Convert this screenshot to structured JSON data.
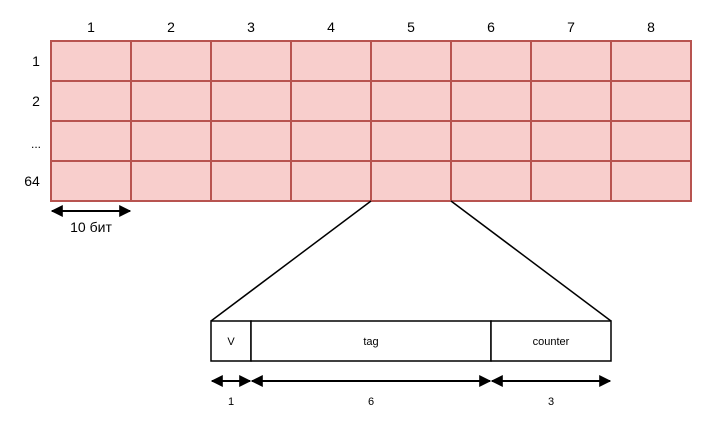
{
  "diagram": {
    "column_headers": [
      "1",
      "2",
      "3",
      "4",
      "5",
      "6",
      "7",
      "8"
    ],
    "row_headers": [
      "1",
      "2",
      "...",
      "64"
    ],
    "cell_width_label": "10 бит",
    "fields": [
      {
        "label": "V",
        "size": "1"
      },
      {
        "label": "tag",
        "size": "6"
      },
      {
        "label": "counter",
        "size": "3"
      }
    ],
    "colors": {
      "cell_fill": "#f8cecc",
      "cell_stroke": "#b85450",
      "line": "#000000"
    }
  }
}
